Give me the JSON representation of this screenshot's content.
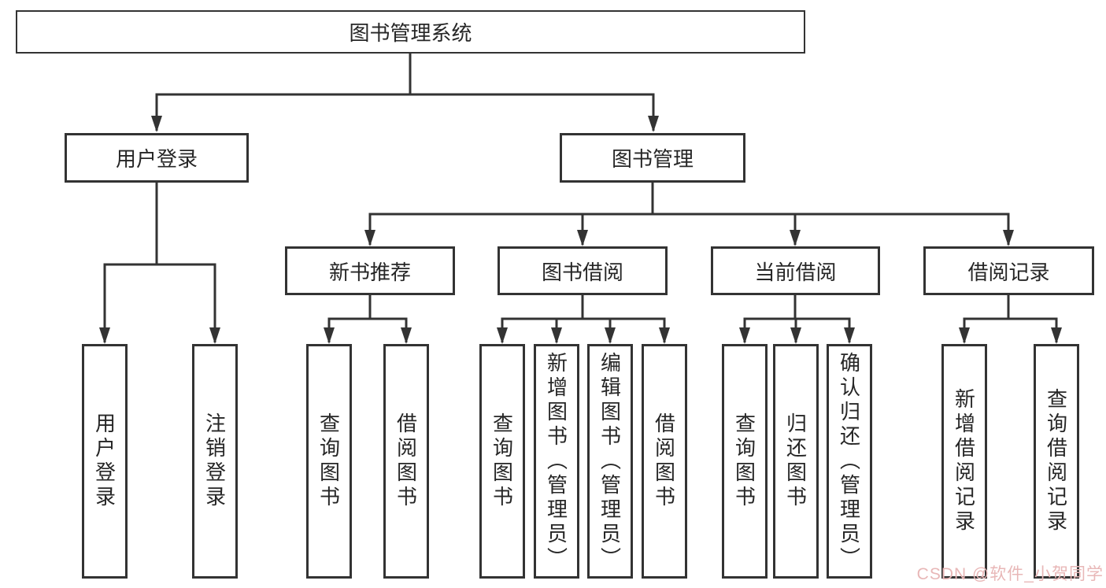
{
  "diagram": {
    "root": "图书管理系统",
    "level2": [
      "用户登录",
      "图书管理"
    ],
    "level3": [
      "新书推荐",
      "图书借阅",
      "当前借阅",
      "借阅记录"
    ],
    "leaves_user_login": [
      "用户登录",
      "注销登录"
    ],
    "leaves_new_books": [
      "查询图书",
      "借阅图书"
    ],
    "leaves_book_borrow": [
      "查询图书",
      "新增图书（管理员）",
      "编辑图书（管理员）",
      "借阅图书"
    ],
    "leaves_current_borrow": [
      "查询图书",
      "归还图书",
      "确认归还（管理员）"
    ],
    "leaves_borrow_records": [
      "新增借阅记录",
      "查询借阅记录"
    ]
  },
  "watermark": "CSDN @软件_小贺同学",
  "colors": {
    "line": "#333333",
    "text": "#262626",
    "watermark": "#E8B7B7",
    "background": "#FFFFFF"
  }
}
